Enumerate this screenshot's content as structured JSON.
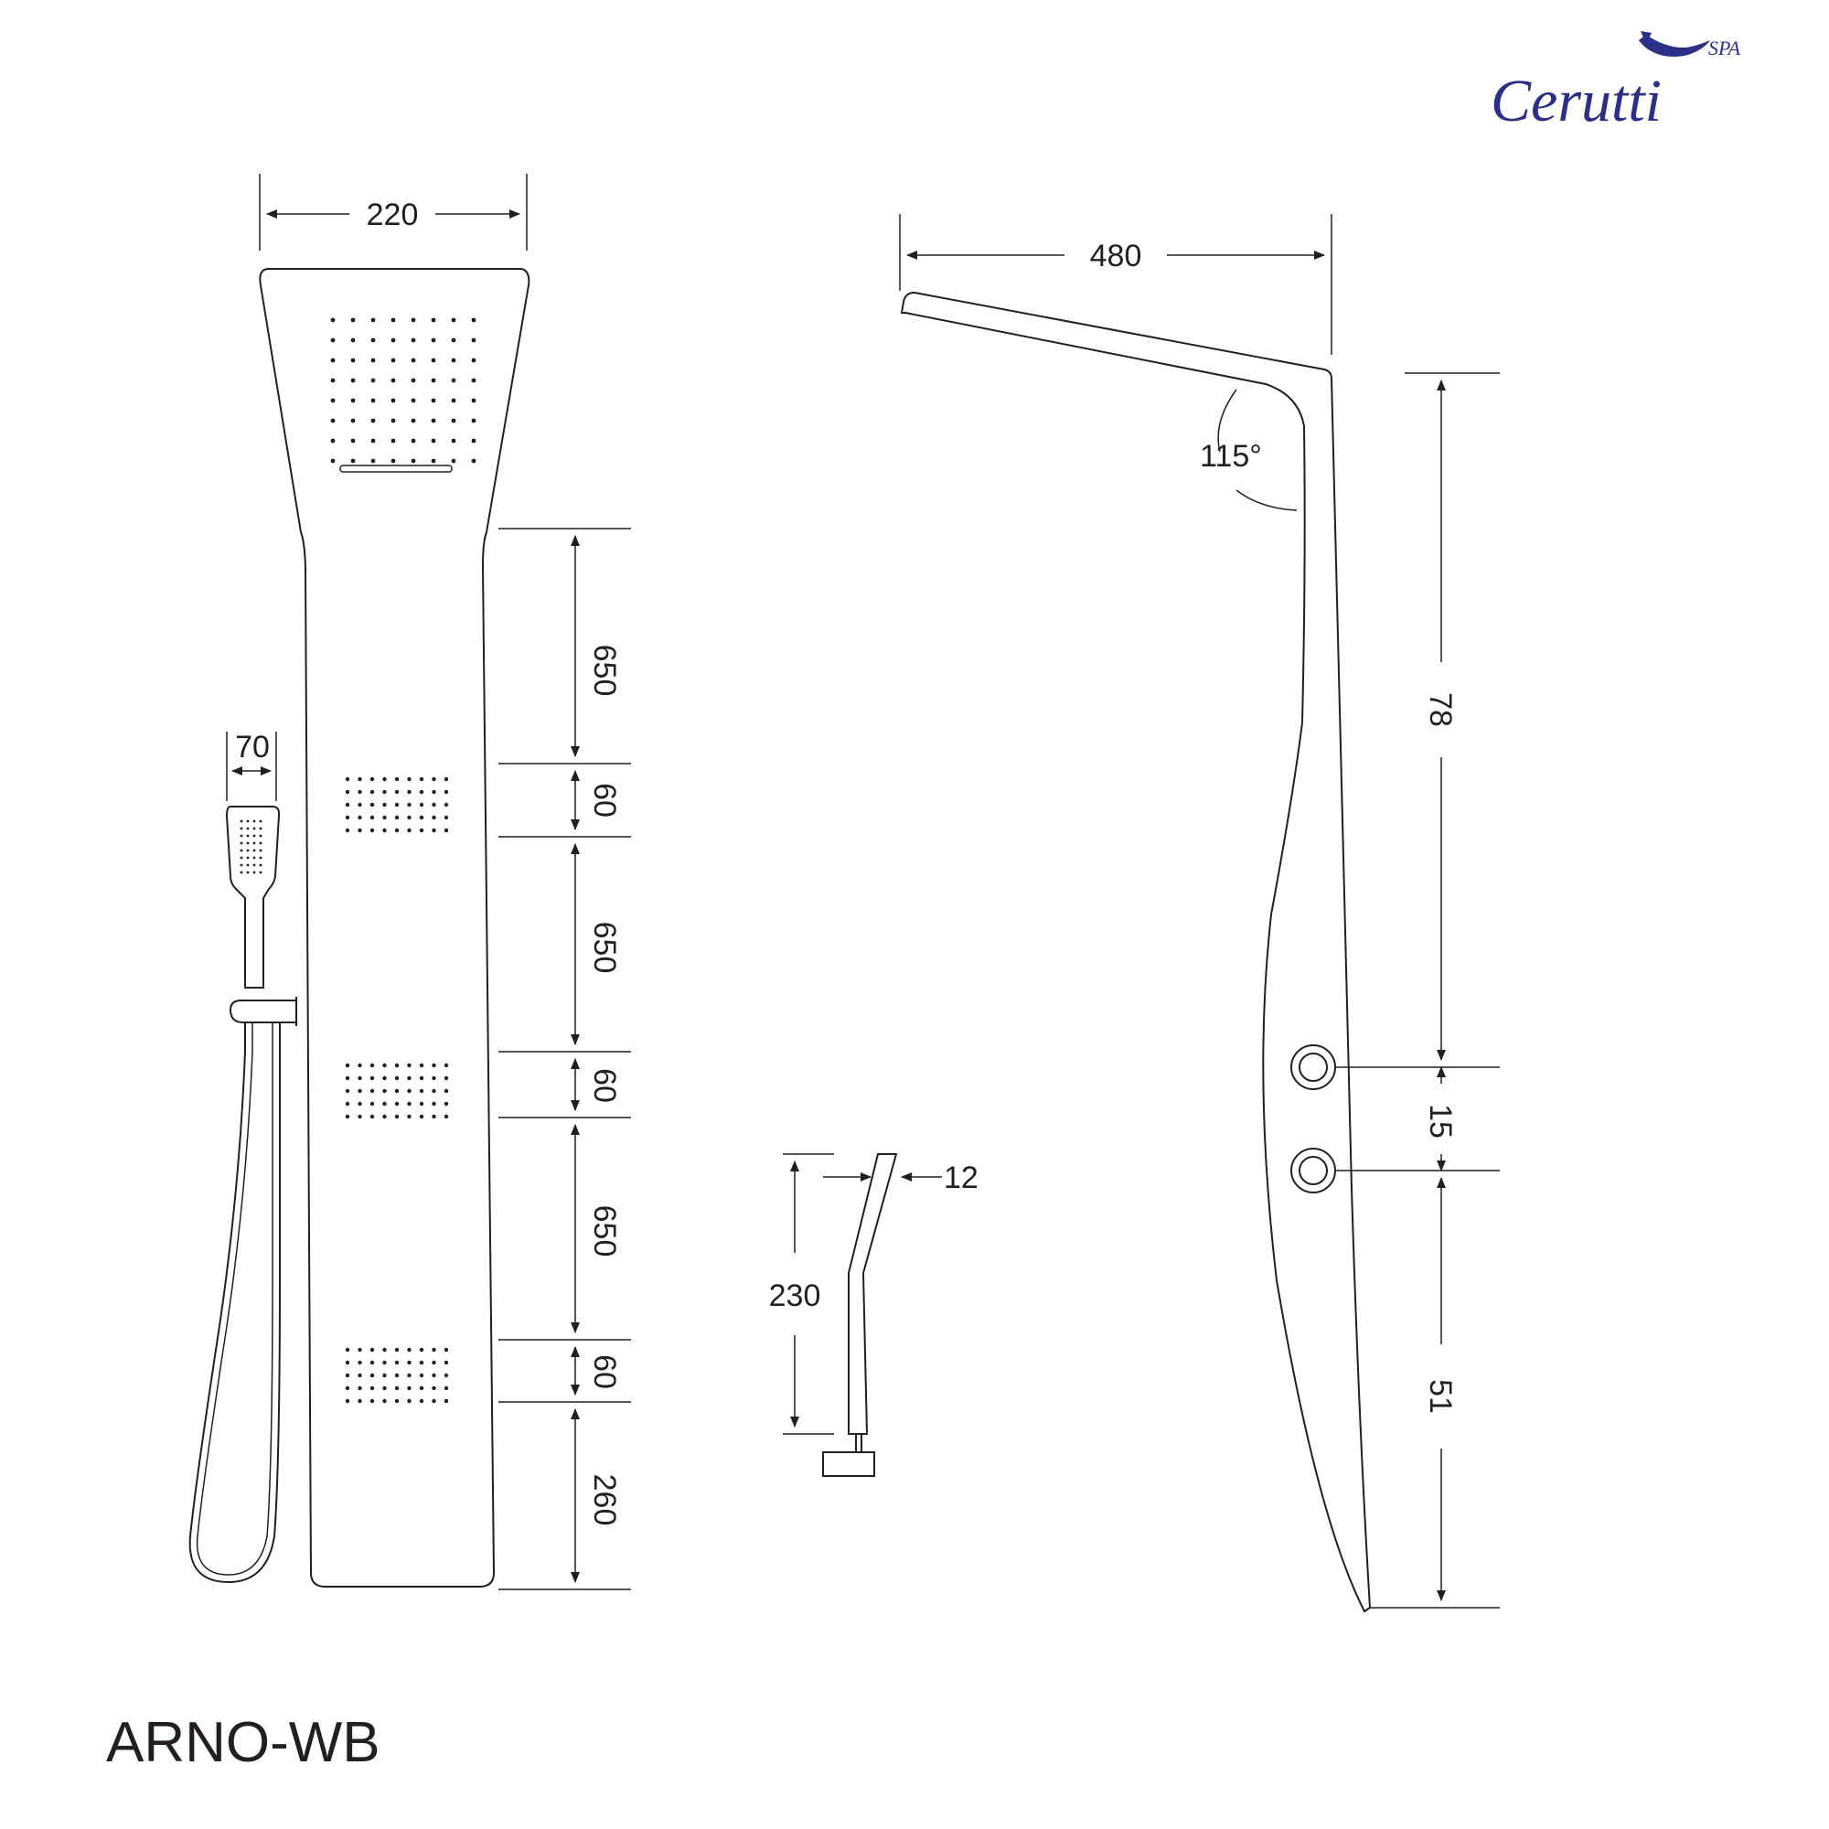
{
  "brand": {
    "name": "Cerutti",
    "suffix": "SPA",
    "color": "#2b2f86"
  },
  "model": "ARNO-WB",
  "dimensions": {
    "front_width": "220",
    "handshower_width": "70",
    "nozzle_gap_1": "650",
    "nozzle_height_1": "60",
    "nozzle_gap_2": "650",
    "nozzle_height_2": "60",
    "nozzle_gap_3": "650",
    "nozzle_height_3": "60",
    "bottom_offset": "260",
    "side_depth": "480",
    "head_angle": "115°",
    "upper_length": "78",
    "knob_spacing": "15",
    "lower_length": "51",
    "spout_height": "230",
    "spout_thickness": "12"
  }
}
